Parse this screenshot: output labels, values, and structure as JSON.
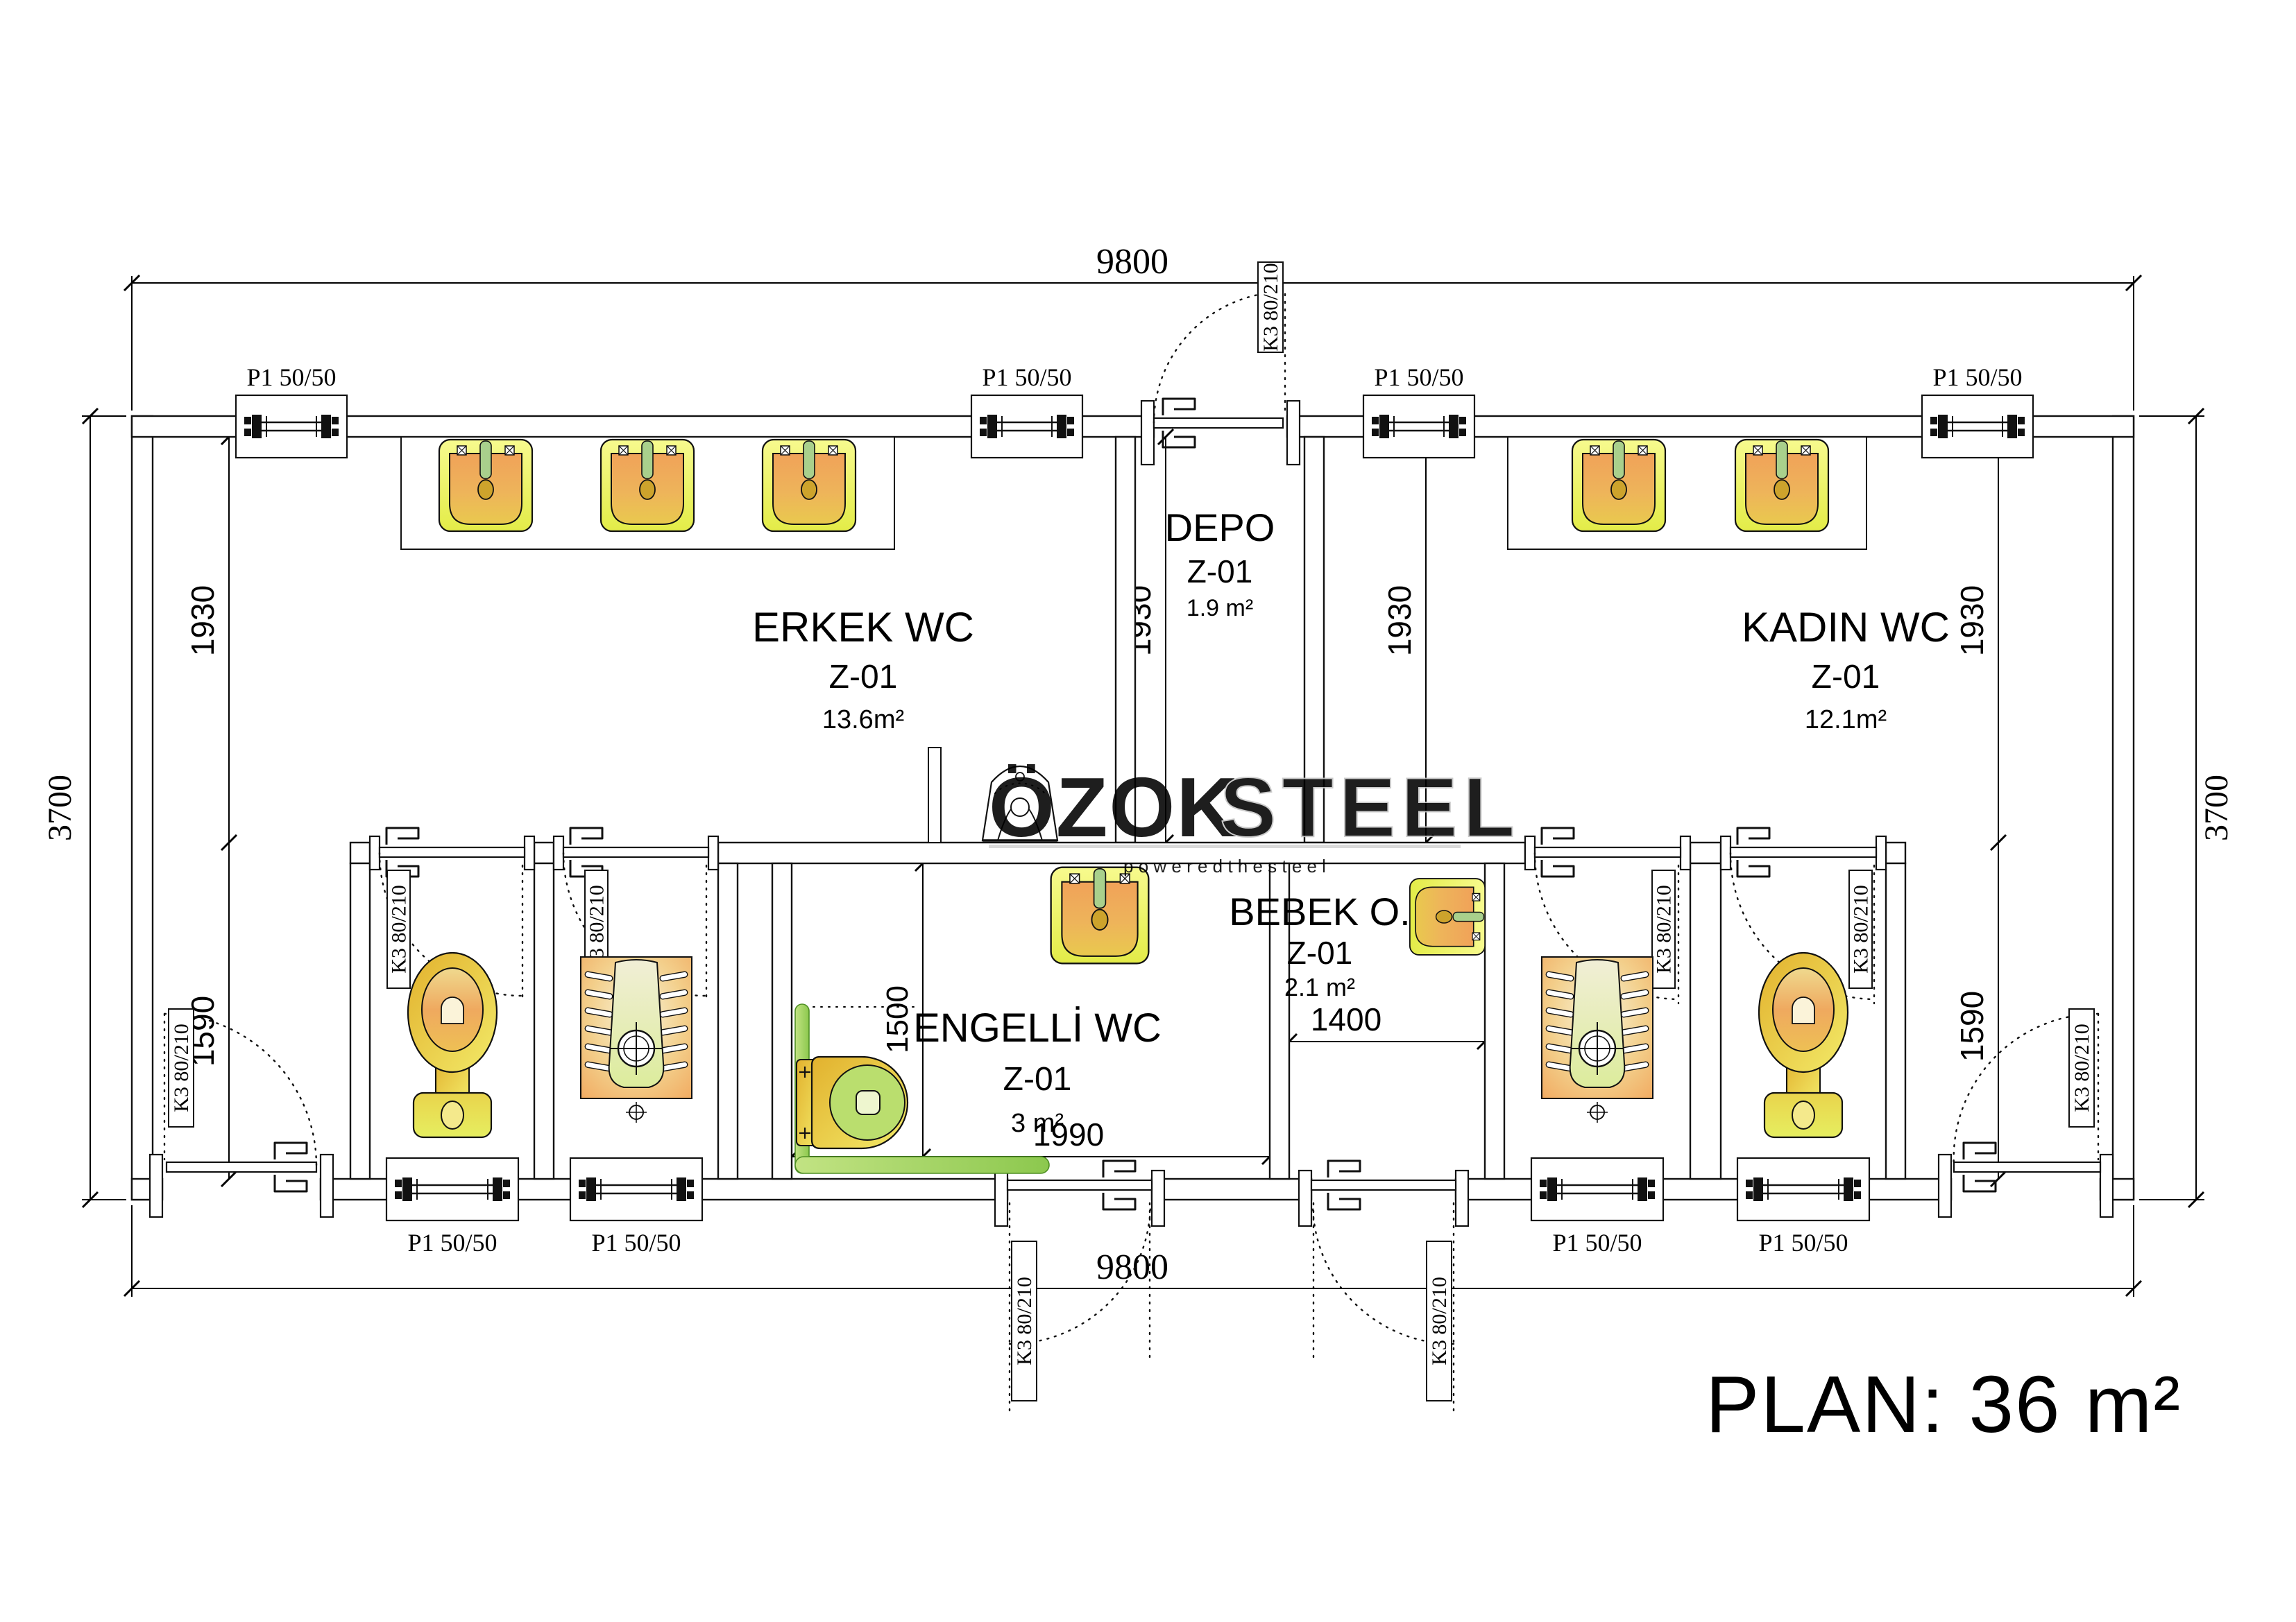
{
  "plan": {
    "title": "PLAN: 36 m²"
  },
  "rooms": [
    {
      "name": "ERKEK WC",
      "code": "Z-01",
      "area": "13.6m²"
    },
    {
      "name": "DEPO",
      "code": "Z-01",
      "area": "1.9 m²"
    },
    {
      "name": "KADIN WC",
      "code": "Z-01",
      "area": "12.1m²"
    },
    {
      "name": "ENGELLİ WC",
      "code": "Z-01",
      "area": "3  m²"
    },
    {
      "name": "BEBEK O.",
      "code": "Z-01",
      "area": "2.1 m²"
    }
  ],
  "dimensions": {
    "overall_width": "9800",
    "overall_height": "3700",
    "room_height_top": "1930",
    "room_height_bottom": "1590",
    "engelli_width": "1990",
    "engelli_height": "1500",
    "bebek_width": "1400"
  },
  "openings": {
    "window_label": "P1 50/50",
    "door_label": "K3 80/210",
    "window_count": 8,
    "door_count": 9
  },
  "watermark": {
    "brand": "ÖZOK",
    "brand2": "STEEL",
    "tagline": "p o w e r e d   t h e   s t e e l"
  }
}
